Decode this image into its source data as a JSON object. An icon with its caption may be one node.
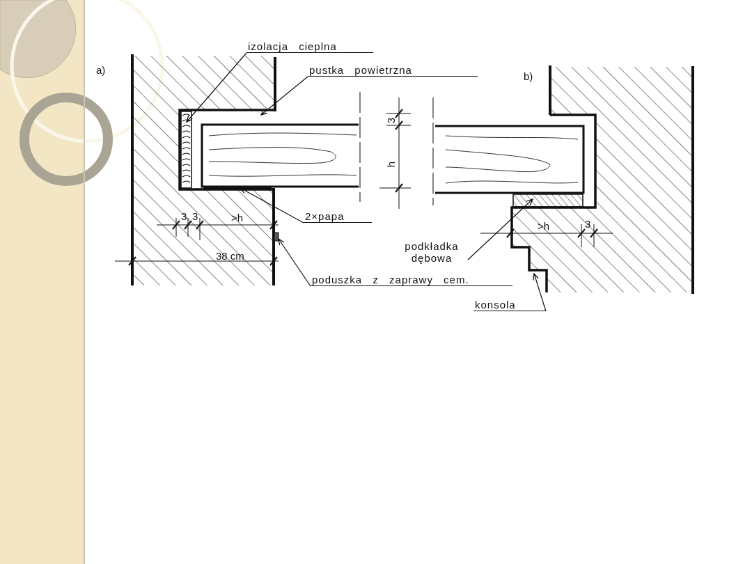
{
  "diagram": {
    "nodes": [
      {
        "text": [
          "izolacja cieplna"
        ]
      },
      {
        "text": [],
        "shape": "box"
      },
      {
        "text": [
          "pustka powietrzna"
        ]
      },
      {
        "text": [
          "2×papa"
        ]
      },
      {
        "text": [
          "podkładka dębowa"
        ]
      },
      {
        "text": [],
        "shape": "box"
      },
      {
        "text": [
          "poduszka z zaprawy cem."
        ]
      },
      {
        "text": [
          "konsola"
        ]
      },
      {
        "text": [],
        "shape": "bar"
      }
    ],
    "edges": [
      {
        "from": 0,
        "to": 1,
        "arrow": "to"
      },
      {
        "from": 2,
        "to": null,
        "arrow": "to"
      },
      {
        "from": 3,
        "to": null,
        "arrow": "to"
      },
      {
        "from": 4,
        "to": 5,
        "arrow": "to"
      },
      {
        "from": 6,
        "to": 8,
        "arrow": "to"
      },
      {
        "from": 7,
        "to": null,
        "arrow": "to"
      }
    ],
    "labels": [
      "a)",
      "b)",
      "3",
      "h",
      "3",
      "3",
      ">h",
      ">h",
      "3",
      "38 cm"
    ]
  }
}
